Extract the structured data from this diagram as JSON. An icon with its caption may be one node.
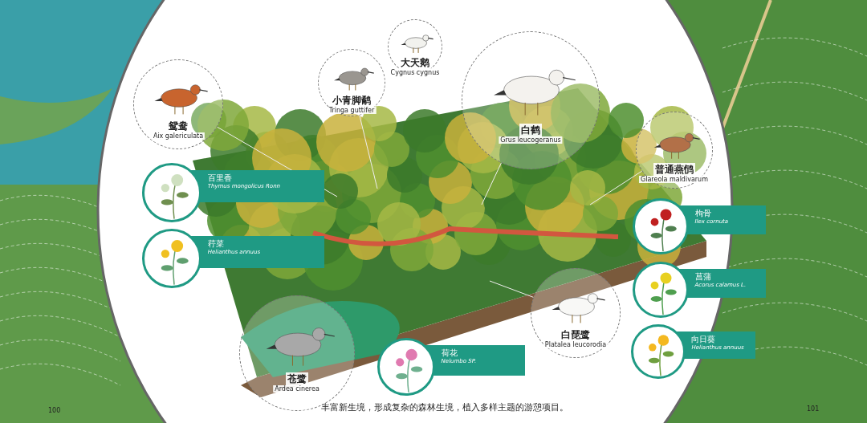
{
  "diagram": {
    "caption": "丰富新生境，形成复杂的森林生境，植入多样主题的游憩项目。",
    "nodes": [
      {
        "text": [
          "鸳鸯",
          "Aix galericulata"
        ]
      },
      {
        "text": [
          "大天鹅",
          "Cygnus cygnus"
        ]
      },
      {
        "text": [
          "小青脚鹬",
          "Tringa guttifer"
        ]
      },
      {
        "text": [
          "白鹤",
          "Grus leucogeranus"
        ]
      },
      {
        "text": [
          "普通燕鸻",
          "Glareola maldivarum"
        ]
      },
      {
        "text": [
          "百里香",
          "Thymus mongolicus Ronn"
        ]
      },
      {
        "text": [
          "荇菜",
          "Helianthus annuus"
        ]
      },
      {
        "text": [
          "枸骨",
          "Ilex cornuta"
        ]
      },
      {
        "text": [
          "菖蒲",
          "Acorus calamus L."
        ]
      },
      {
        "text": [
          "白琵鹭",
          "Platalea leucorodia"
        ]
      },
      {
        "text": [
          "向日葵",
          "Helianthus annuus"
        ]
      },
      {
        "text": [
          "苍鹭",
          "Ardea cinerea"
        ]
      },
      {
        "text": [
          "荷花",
          "Nelumbo SP."
        ]
      }
    ],
    "edges": [
      {
        "from": 0,
        "to": null,
        "arrow": "none"
      },
      {
        "from": 2,
        "to": null,
        "arrow": "none"
      },
      {
        "from": 3,
        "to": null,
        "arrow": "none"
      },
      {
        "from": 4,
        "to": null,
        "arrow": "none"
      },
      {
        "from": 9,
        "to": null,
        "arrow": "none"
      }
    ],
    "labels": [
      "100",
      "101"
    ]
  }
}
